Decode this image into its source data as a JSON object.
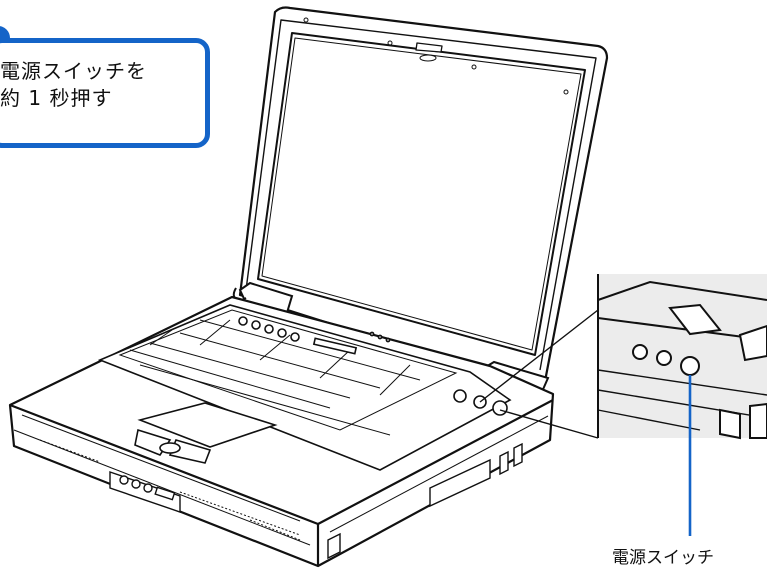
{
  "callout": {
    "line1": "電源スイッチを",
    "line2": "約 1 秒押す"
  },
  "label": {
    "power_switch": "電源スイッチ"
  },
  "colors": {
    "accent": "#1464c8",
    "line": "#111111",
    "zoom_fill": "#ececec"
  }
}
